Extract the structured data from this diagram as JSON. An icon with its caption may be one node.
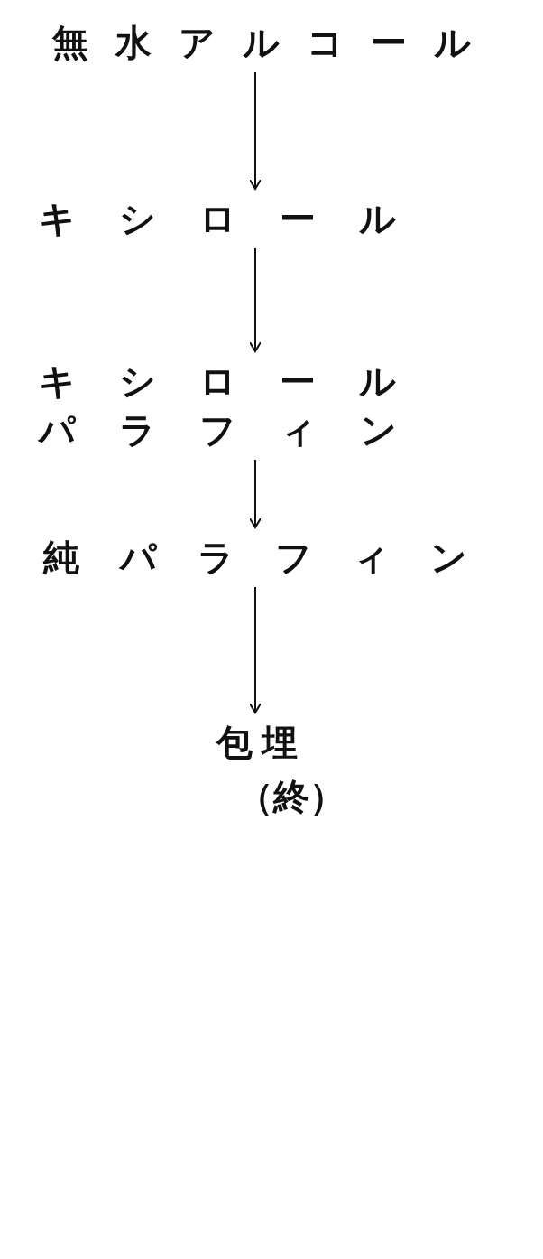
{
  "diagram": {
    "nodes": [
      {
        "text": [
          "無水アルコール"
        ]
      },
      {
        "text": [
          "キシロール"
        ]
      },
      {
        "text": [
          "キシロールパラフィン"
        ]
      },
      {
        "text": [
          "純パラフィン"
        ]
      },
      {
        "text": [
          "包埋"
        ]
      }
    ],
    "edges": [
      {
        "from": 0,
        "to": 1,
        "arrow": "to"
      },
      {
        "from": 1,
        "to": 2,
        "arrow": "to"
      },
      {
        "from": 2,
        "to": 3,
        "arrow": "to"
      },
      {
        "from": 3,
        "to": 4,
        "arrow": "to"
      }
    ],
    "labels": [
      "（終）"
    ]
  }
}
